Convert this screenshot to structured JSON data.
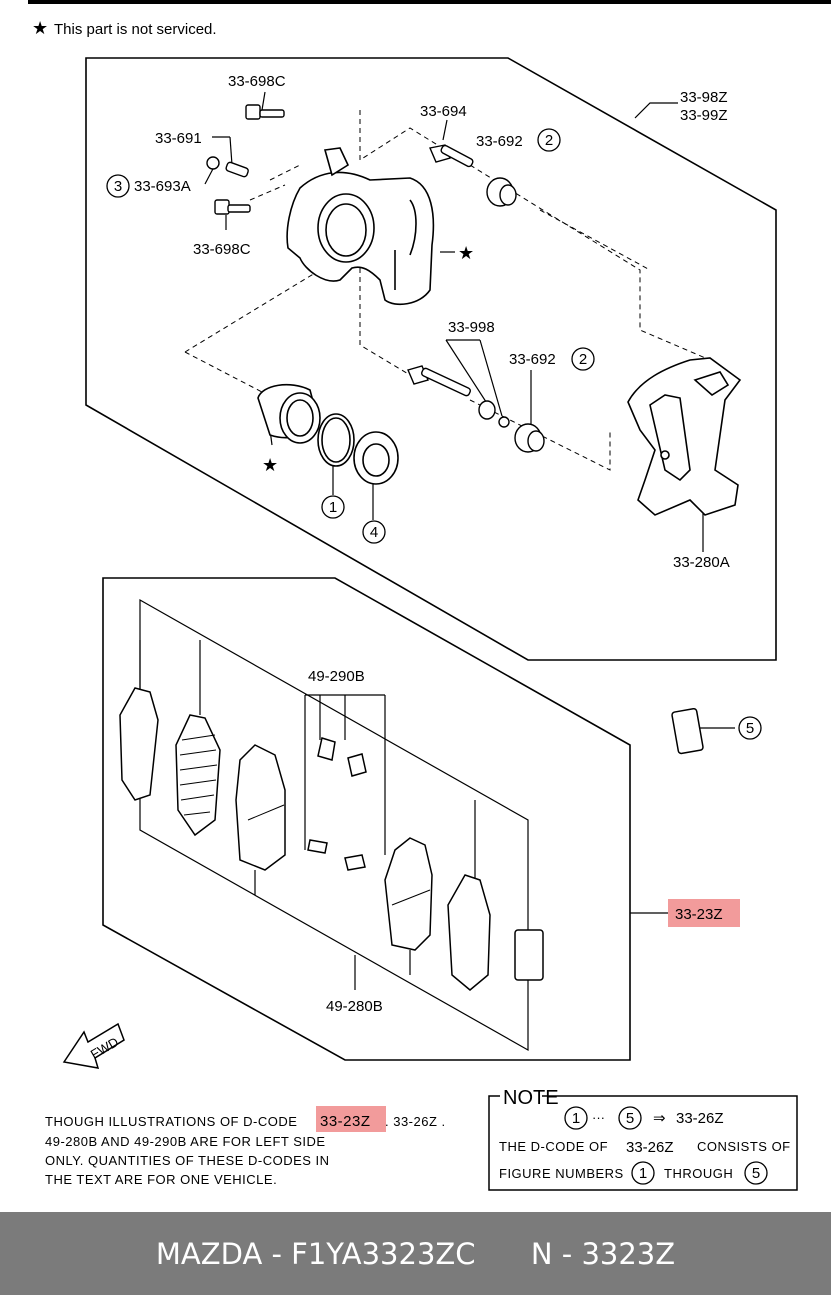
{
  "header": {
    "star_glyph": "★",
    "note_text": "This part is not serviced."
  },
  "labels": {
    "p_33_698C_top": "33-698C",
    "p_33_694": "33-694",
    "p_33_692_top": "33-692",
    "p_33_98Z": "33-98Z",
    "p_33_99Z": "33-99Z",
    "p_33_691": "33-691",
    "p_33_693A": "33-693A",
    "p_33_698C_bottom": "33-698C",
    "p_33_998": "33-998",
    "p_33_692_bottom": "33-692",
    "p_33_280A": "33-280A",
    "p_49_290B": "49-290B",
    "p_33_23Z": "33-23Z",
    "p_49_280B": "49-280B",
    "fwd": "FWD"
  },
  "circled_numbers": {
    "one": "1",
    "two": "2",
    "three": "3",
    "four": "4",
    "five": "5"
  },
  "footnote": {
    "line1_a": "THOUGH ILLUSTRATIONS OF D-CODE",
    "line1_code": "33-23Z",
    "line1_b": ". 33-26Z .",
    "line2": "49-280B AND 49-290B ARE FOR LEFT SIDE",
    "line3": "ONLY. QUANTITIES OF THESE D-CODES IN",
    "line4": "THE TEXT ARE FOR ONE VEHICLE."
  },
  "note_box": {
    "title": "NOTE",
    "range_sep": "···",
    "arrow": "⇒",
    "range_code": "33-26Z",
    "line2_a": "THE D-CODE OF",
    "line2_code": "33-26Z",
    "line2_b": "CONSISTS OF",
    "line3_a": "FIGURE NUMBERS",
    "line3_b": "THROUGH"
  },
  "footer": {
    "brand_part": "MAZDA - F1YA3323ZC",
    "code": "N - 3323Z"
  },
  "colors": {
    "highlight": "#f08a8a",
    "footer_bg": "#7b7b7b",
    "ink": "#000000"
  }
}
